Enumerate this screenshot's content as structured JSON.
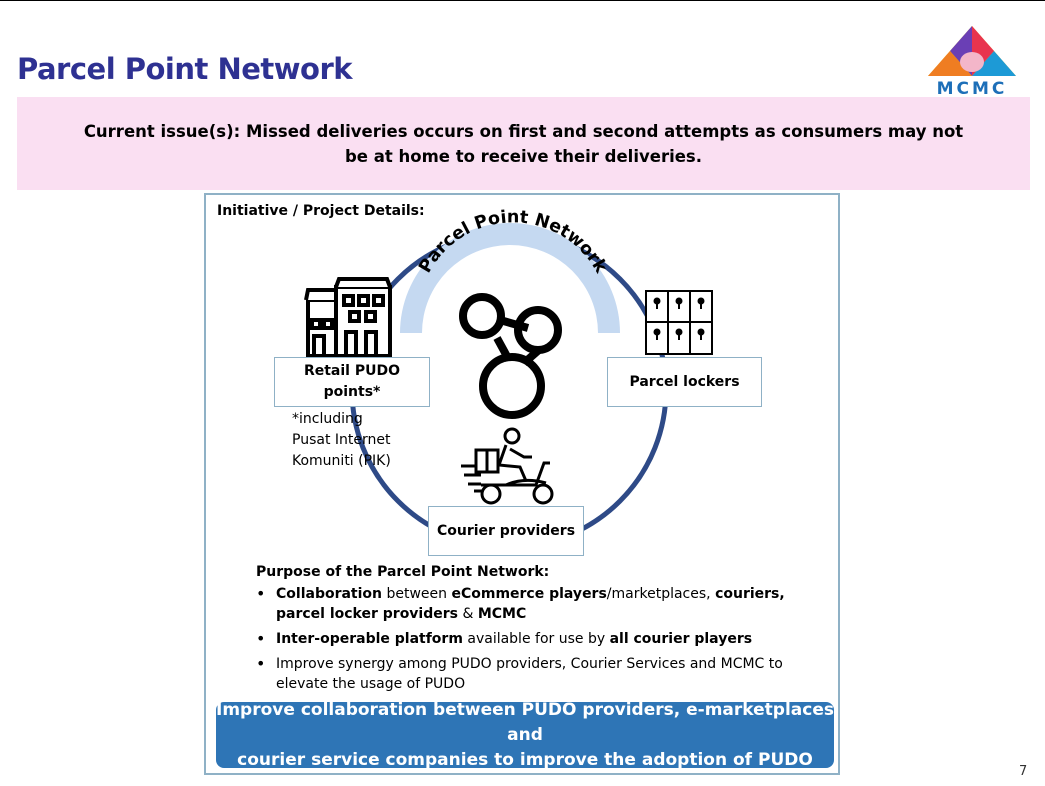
{
  "slide": {
    "title": "Parcel Point Network",
    "logo_text": "MCMC",
    "issue": "Current issue(s): Missed deliveries occurs on first and second attempts as consumers may not be at home to receive their deliveries.",
    "page_number": "7"
  },
  "panel": {
    "label": "Initiative / Project Details:",
    "arc_title": "Parcel Point Network",
    "retail": {
      "line1": "Retail PUDO",
      "line2": "points*"
    },
    "lockers": "Parcel lockers",
    "courier": "Courier providers",
    "note": {
      "line1": "*including",
      "line2": "Pusat Internet",
      "line3": "Komuniti (PIK)"
    }
  },
  "purpose": {
    "title": "Purpose of the Parcel Point Network:",
    "b1": {
      "p1": "Collaboration",
      "p2": " between ",
      "p3": "eCommerce players",
      "p4": "/marketplaces, ",
      "p5": "couriers, parcel locker providers",
      "p6": " & ",
      "p7": "MCMC"
    },
    "b2": {
      "p1": "Inter-operable platform",
      "p2": " available for use by ",
      "p3": "all courier players"
    },
    "b3": "Improve synergy among PUDO providers, Courier Services and MCMC to elevate the usage of PUDO"
  },
  "cta": {
    "line1": "Improve collaboration between PUDO providers, e-marketplaces and",
    "line2": "courier service companies to improve the adoption of PUDO"
  },
  "colors": {
    "title": "#2e3192",
    "issue_bg": "#fadff2",
    "ring": "#2e4a87",
    "arc": "#c5d9f1",
    "cta_bg": "#2e75b6"
  }
}
